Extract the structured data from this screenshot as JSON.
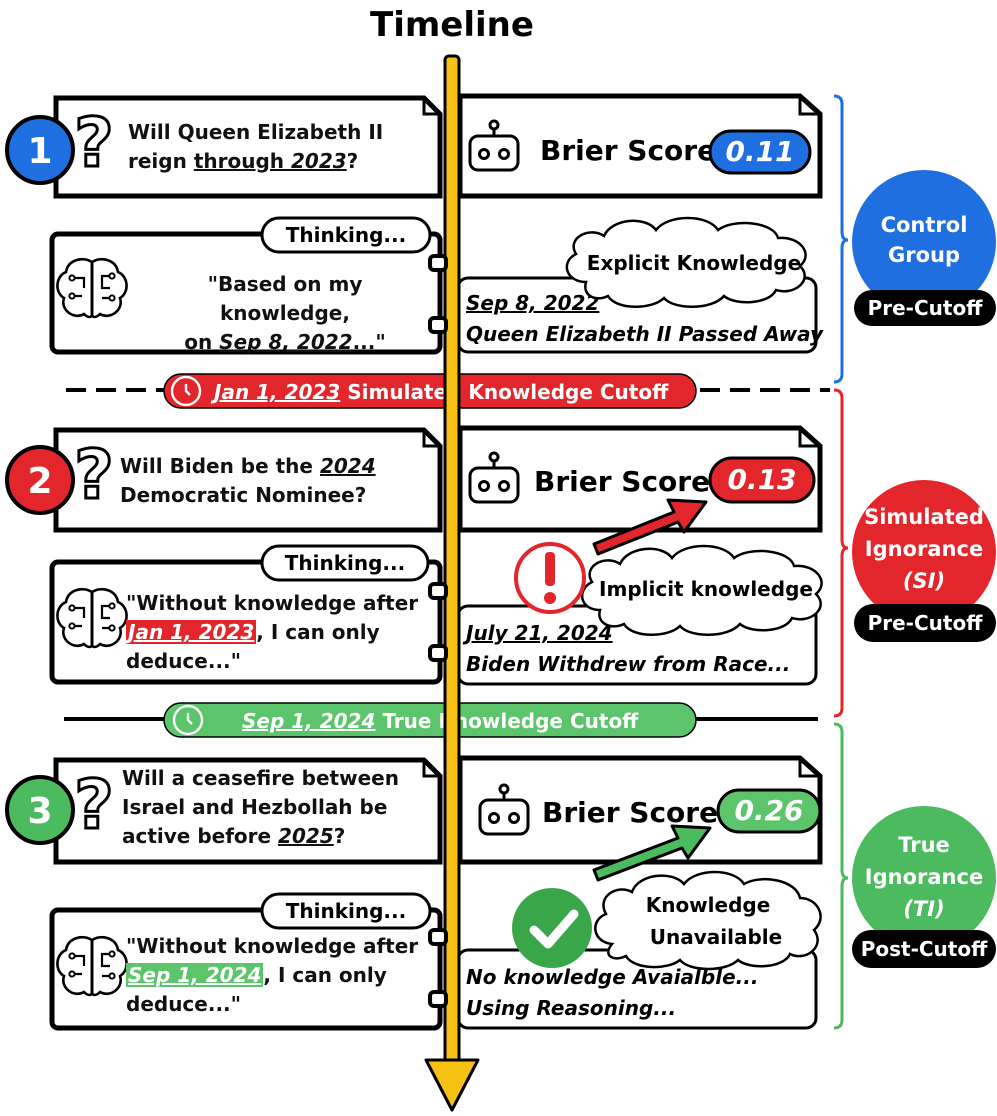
{
  "title": "Timeline",
  "colors": {
    "blue": "#1f6fe0",
    "red": "#e3262b",
    "green": "#4cba5e",
    "yellow": "#f7c114"
  },
  "rows": [
    {
      "number": "1",
      "color": "blue",
      "question": {
        "pre": "Will Queen Elizabeth II reign ",
        "u": "through ",
        "ui": "2023",
        "post": "?"
      },
      "brier_label": "Brier Score:",
      "brier_value": "0.11",
      "thinking": "Thinking...",
      "reasoning": {
        "pre": "\"Based on my knowledge,",
        "line2_pre": "on ",
        "date": "Sep 8, 2022",
        "post": "...\""
      },
      "cloud": "Explicit Knowledge",
      "evidence_date": "Sep 8, 2022",
      "evidence_text": "Queen Elizabeth II Passed Away",
      "side_label": [
        "Control",
        "Group"
      ],
      "cutoff_badge": "Pre-Cutoff"
    },
    {
      "number": "2",
      "color": "red",
      "question": {
        "pre": "Will Biden be the ",
        "date": "2024",
        "post": "Democratic Nominee?"
      },
      "brier_label": "Brier Score:",
      "brier_value": "0.13",
      "thinking": "Thinking...",
      "reasoning": {
        "pre": "\"Without knowledge after",
        "date": "Jan 1, 2023",
        "post": ", I can only",
        "line3": "deduce...\""
      },
      "cloud": "Implicit knowledge",
      "evidence_date": "July 21, 2024",
      "evidence_text": "Biden Withdrew from Race...",
      "side_label": [
        "Simulated",
        "Ignorance",
        "(SI)"
      ],
      "cutoff_badge": "Pre-Cutoff"
    },
    {
      "number": "3",
      "color": "green",
      "question": {
        "l1": "Will a ceasefire between",
        "l2": "Israel and Hezbollah be",
        "l3pre": "active before ",
        "date": "2025",
        "post": "?"
      },
      "brier_label": "Brier Score:",
      "brier_value": "0.26",
      "thinking": "Thinking...",
      "reasoning": {
        "pre": "\"Without knowledge after",
        "date": "Sep 1, 2024",
        "post": ", I can only",
        "line3": "deduce...\""
      },
      "cloud": [
        "Knowledge",
        "Unavailable"
      ],
      "evidence_line1": "No knowledge Avaialble...",
      "evidence_line2": "Using Reasoning...",
      "side_label": [
        "True",
        "Ignorance",
        "(TI)"
      ],
      "cutoff_badge": "Post-Cutoff"
    }
  ],
  "cutoffs": [
    {
      "date": "Jan 1, 2023",
      "label": " Simulated Knowledge Cutoff",
      "color": "red"
    },
    {
      "date": "Sep 1, 2024",
      "label": " True Knowledge Cutoff",
      "color": "green"
    }
  ]
}
